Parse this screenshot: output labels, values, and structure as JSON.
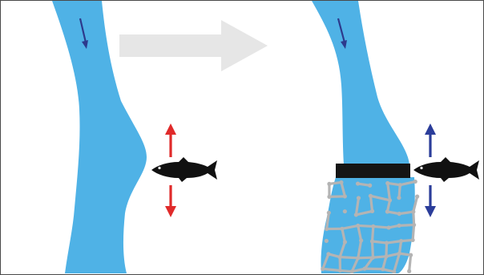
{
  "diagram": {
    "colors": {
      "river": "#4fb2e6",
      "flow_arrow": "#2d3a8c",
      "transition_arrow": "#e6e6e6",
      "fish": "#111111",
      "before_migration": "#e02a2a",
      "after_migration": "#2b3d9a",
      "dam": "#151515",
      "reservoir_grid": "#b4b4b4",
      "frame": "#4a4a4a"
    },
    "panels": [
      {
        "state": "before",
        "flow_icon": "flow-direction-arrow-icon",
        "fish_icon": "fish-icon",
        "migration_icon": "bidirectional-arrow-icon"
      },
      {
        "state": "after",
        "flow_icon": "flow-direction-arrow-icon",
        "barrier_icon": "dam-barrier",
        "fish_icon": "fish-icon",
        "migration_icon": "bidirectional-arrow-icon",
        "habitat_pattern": "fragmented-grid"
      }
    ],
    "transition_icon": "transition-arrow-icon"
  }
}
